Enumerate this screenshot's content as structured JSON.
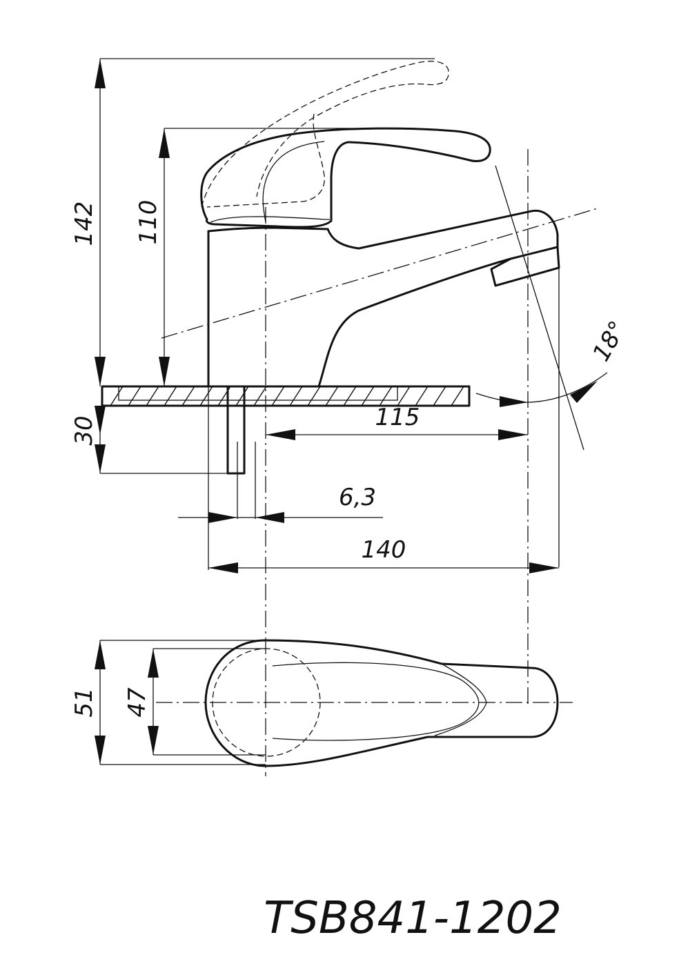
{
  "drawing": {
    "model": "TSB841-1202",
    "dimensions": {
      "total_height": "142",
      "spout_height": "110",
      "base_thickness": "30",
      "spout_reach": "115",
      "offset": "6,3",
      "total_length": "140",
      "outer_width": "51",
      "inner_width": "47",
      "angle": "18°"
    }
  }
}
